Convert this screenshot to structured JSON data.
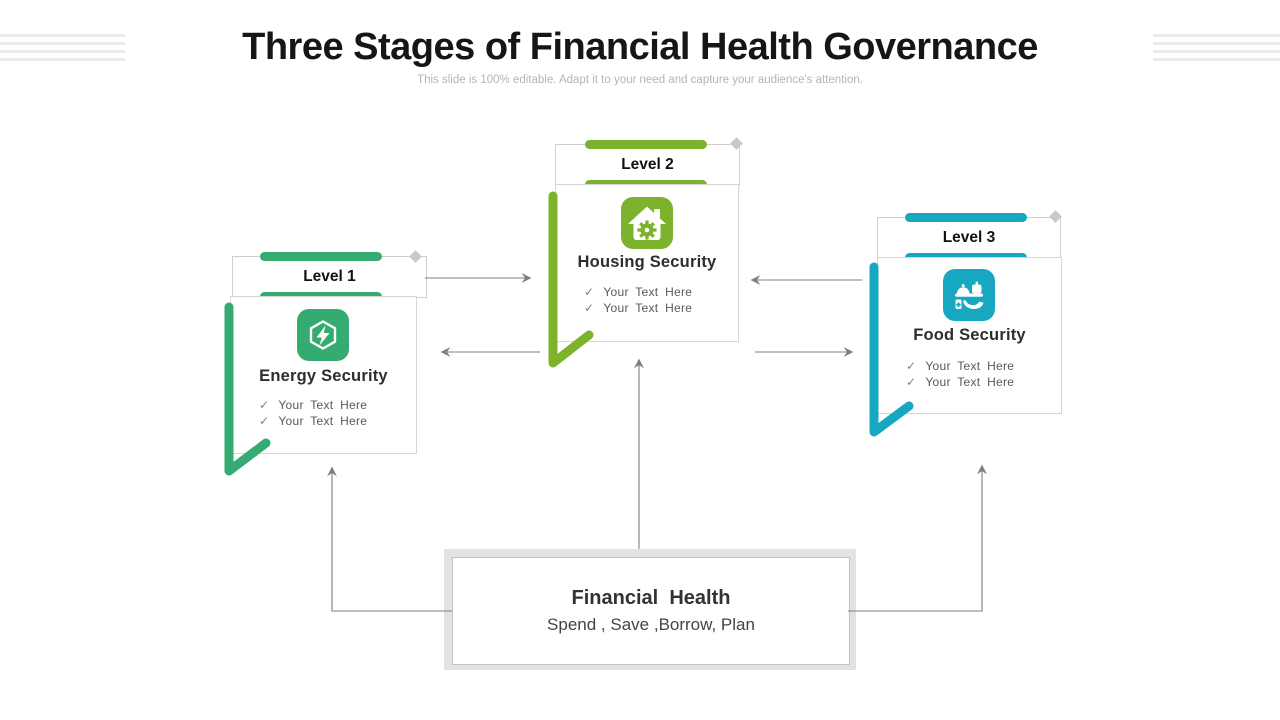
{
  "title": "Three Stages of Financial Health Governance",
  "subtitle": "This slide is 100% editable. Adapt it to your need and capture your audience's attention.",
  "theme": {
    "level1": "#35ab72",
    "level2": "#7db32c",
    "level3": "#18a7c0",
    "line": "#7f7f7f",
    "border": "#cfcfcf",
    "stripe": "#ebebeb"
  },
  "levels": [
    {
      "label": "Level 1",
      "card": {
        "title": "Energy Security",
        "icon": "shield-bolt-icon",
        "bullets": [
          "Your Text Here",
          "Your Text Here"
        ]
      }
    },
    {
      "label": "Level 2",
      "card": {
        "title": "Housing Security",
        "icon": "house-gear-icon",
        "bullets": [
          "Your Text Here",
          "Your Text Here"
        ]
      }
    },
    {
      "label": "Level 3",
      "card": {
        "title": "Food Security",
        "icon": "hand-food-tray-icon",
        "bullets": [
          "Your Text Here",
          "Your Text Here"
        ]
      }
    }
  ],
  "center": {
    "title": "Financial  Health",
    "subtitle": "Spend , Save ,Borrow, Plan"
  }
}
